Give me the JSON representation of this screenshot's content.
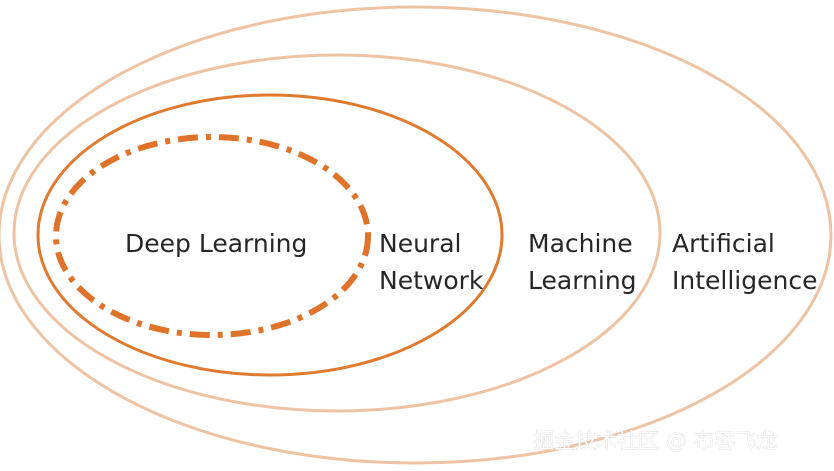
{
  "diagram": {
    "labels": {
      "deep_learning": "Deep Learning",
      "neural_network": [
        "Neural",
        "Network"
      ],
      "machine_learning": [
        "Machine",
        "Learning"
      ],
      "artificial_intelligence": [
        "Artificial",
        "Intelligence"
      ]
    },
    "watermark": "掘金技术社区 @ 布客飞龙"
  },
  "colors": {
    "outer_rings": "#eec3a3",
    "neural_network_ring": "#e07a2f",
    "deep_learning_ring": "#e0732a",
    "text": "#262626",
    "background": "#ffffff"
  }
}
